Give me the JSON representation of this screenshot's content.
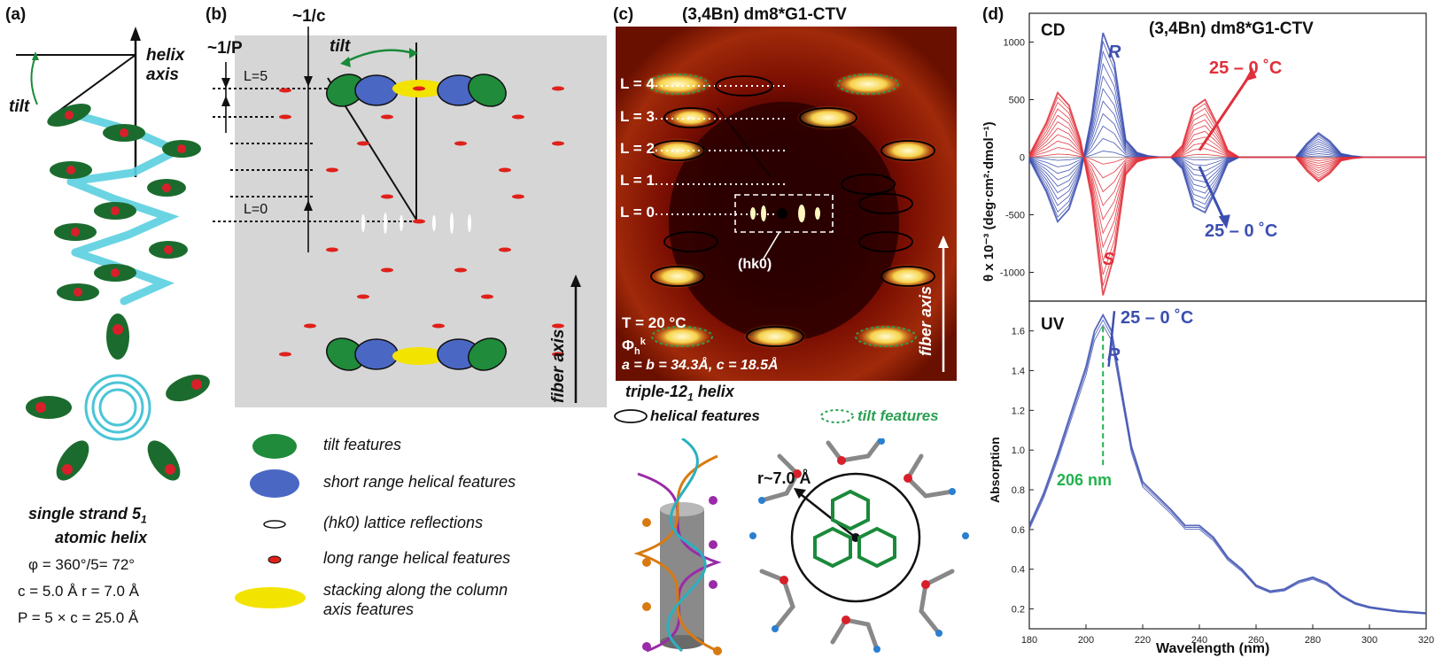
{
  "figure": {
    "panel_a": {
      "label": "(a)",
      "helix_axis": "helix\naxis",
      "tilt": "tilt",
      "caption_title_1": "single strand 5",
      "caption_title_1_sub": "1",
      "caption_title_2": "atomic helix",
      "phi_line": "φ = 360°/5= 72°",
      "c_r_line": "c = 5.0 Å r = 7.0 Å",
      "p_line": "P = 5 × c = 25.0 Å"
    },
    "panel_b": {
      "label": "(b)",
      "inv_c": "~1/c",
      "inv_p": "~1/P",
      "tilt": "tilt",
      "l5": "L=5",
      "l0": "L=0",
      "fiber_axis": "fiber axis",
      "legend": [
        {
          "text": "tilt features",
          "color": "#1a8a3a"
        },
        {
          "text": "short range helical  features",
          "color": "#3e5cb8"
        },
        {
          "text": "(hk0) lattice reflections",
          "color": "#ffffff"
        },
        {
          "text": "long range helical  features",
          "color": "#e0201a"
        },
        {
          "text": "stacking along the column",
          "text2": "axis features",
          "color": "#f5e400"
        }
      ]
    },
    "panel_c": {
      "label": "(c)",
      "title": "(3,4Bn) dm8*G1-CTV",
      "layer_lines": [
        "L = 4",
        "L = 3",
        "L = 2",
        "L = 1",
        "L = 0"
      ],
      "hk0": "(hk0)",
      "temperature": "T = 20 °C",
      "phi": "Φ",
      "phi_sub": "h",
      "phi_sup": "k",
      "lattice": "a = b = 34.3Å, c = 18.5Å",
      "fiber_axis": "fiber axis",
      "helix_name": "triple-12",
      "helix_name_sub": "1",
      "helix_name_tail": " helix",
      "helical_features": "helical  features",
      "tilt_features": "tilt features",
      "radius": "r~7.0 Å"
    },
    "panel_d": {
      "label": "(d)",
      "title": "(3,4Bn) dm8*G1-CTV",
      "cd_tag": "CD",
      "uv_tag": "UV",
      "R": "R",
      "S": "S",
      "temp_red": "25 – 0 ˚C",
      "temp_blue": "25 – 0 ˚C",
      "temp_uv": "25 – 0 ˚C",
      "peak_label": "206 nm",
      "cd_ylabel": "θ x 10⁻³ (deg·cm²·dmol⁻¹)",
      "uv_ylabel": "Absorption",
      "xlabel": "Wavelength (nm)",
      "colors": {
        "red": "#e0303a",
        "blue": "#3c4fb0",
        "green": "#22b24c"
      }
    }
  },
  "chart_data": [
    {
      "type": "line",
      "title": "CD",
      "xlabel": "Wavelength (nm)",
      "ylabel": "θ x 10⁻³ (deg·cm²·dmol⁻¹)",
      "xlim": [
        180,
        320
      ],
      "ylim": [
        -1250,
        1250
      ],
      "yticks": [
        -1000,
        -500,
        0,
        500,
        1000
      ],
      "series": [
        {
          "name": "R",
          "x": [
            180,
            186,
            190,
            194,
            198,
            202,
            206,
            210,
            214,
            218,
            222,
            226,
            230,
            234,
            238,
            242,
            246,
            250,
            254,
            258,
            262,
            266,
            270,
            274,
            278,
            282,
            286,
            290,
            294,
            298,
            302,
            310,
            320
          ],
          "y": [
            -20,
            -300,
            -560,
            -450,
            -150,
            350,
            1080,
            820,
            150,
            40,
            10,
            0,
            0,
            -100,
            -430,
            -480,
            -280,
            -50,
            0,
            0,
            0,
            0,
            0,
            0,
            120,
            210,
            140,
            30,
            10,
            0,
            0,
            0,
            0
          ]
        },
        {
          "name": "S",
          "x": [
            180,
            186,
            190,
            194,
            198,
            202,
            206,
            210,
            214,
            218,
            222,
            226,
            230,
            234,
            238,
            242,
            246,
            250,
            254,
            258,
            262,
            266,
            270,
            274,
            278,
            282,
            286,
            290,
            294,
            298,
            302,
            310,
            320
          ],
          "y": [
            20,
            300,
            560,
            450,
            150,
            -350,
            -1200,
            -850,
            -150,
            -40,
            -10,
            0,
            0,
            100,
            430,
            500,
            300,
            60,
            0,
            0,
            0,
            0,
            0,
            0,
            -120,
            -210,
            -140,
            -30,
            -10,
            0,
            0,
            0,
            0
          ]
        }
      ]
    },
    {
      "type": "line",
      "title": "UV",
      "xlabel": "Wavelength (nm)",
      "ylabel": "Absorption",
      "xlim": [
        180,
        320
      ],
      "ylim": [
        0.1,
        1.75
      ],
      "xticks": [
        180,
        200,
        220,
        240,
        260,
        280,
        300,
        320
      ],
      "yticks": [
        0.2,
        0.4,
        0.6,
        0.8,
        1.0,
        1.2,
        1.4,
        1.6
      ],
      "series": [
        {
          "name": "R",
          "x": [
            180,
            185,
            190,
            195,
            200,
            203,
            206,
            209,
            212,
            216,
            220,
            225,
            230,
            235,
            240,
            245,
            250,
            255,
            260,
            265,
            270,
            275,
            280,
            285,
            290,
            295,
            300,
            305,
            310,
            315,
            320
          ],
          "y": [
            0.62,
            0.78,
            0.98,
            1.2,
            1.42,
            1.6,
            1.68,
            1.6,
            1.35,
            1.02,
            0.84,
            0.77,
            0.7,
            0.62,
            0.62,
            0.56,
            0.46,
            0.4,
            0.32,
            0.29,
            0.3,
            0.34,
            0.36,
            0.33,
            0.27,
            0.23,
            0.21,
            0.2,
            0.19,
            0.185,
            0.18
          ]
        }
      ]
    }
  ]
}
